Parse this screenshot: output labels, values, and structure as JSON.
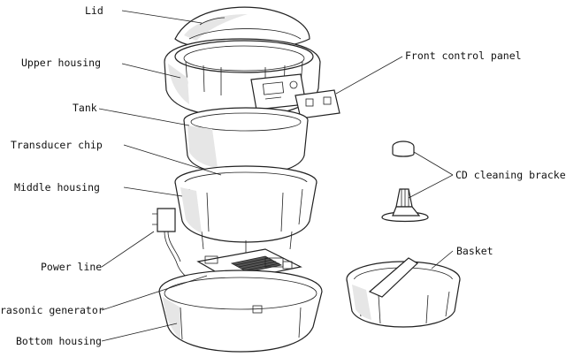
{
  "labels": {
    "lid": "Lid",
    "upper_housing": "Upper housing",
    "tank": "Tank",
    "transducer_chip": "Transducer chip",
    "middle_housing": "Middle housing",
    "power_line": "Power line",
    "ultrasonic_generator": "rasonic generator",
    "bottom_housing": "Bottom housing",
    "front_control_panel": "Front control panel",
    "cd_cleaning_bracket": "CD cleaning bracket",
    "basket": "Basket"
  },
  "colors": {
    "line": "#222222",
    "shade": "#e6e6e6",
    "background": "#ffffff"
  }
}
